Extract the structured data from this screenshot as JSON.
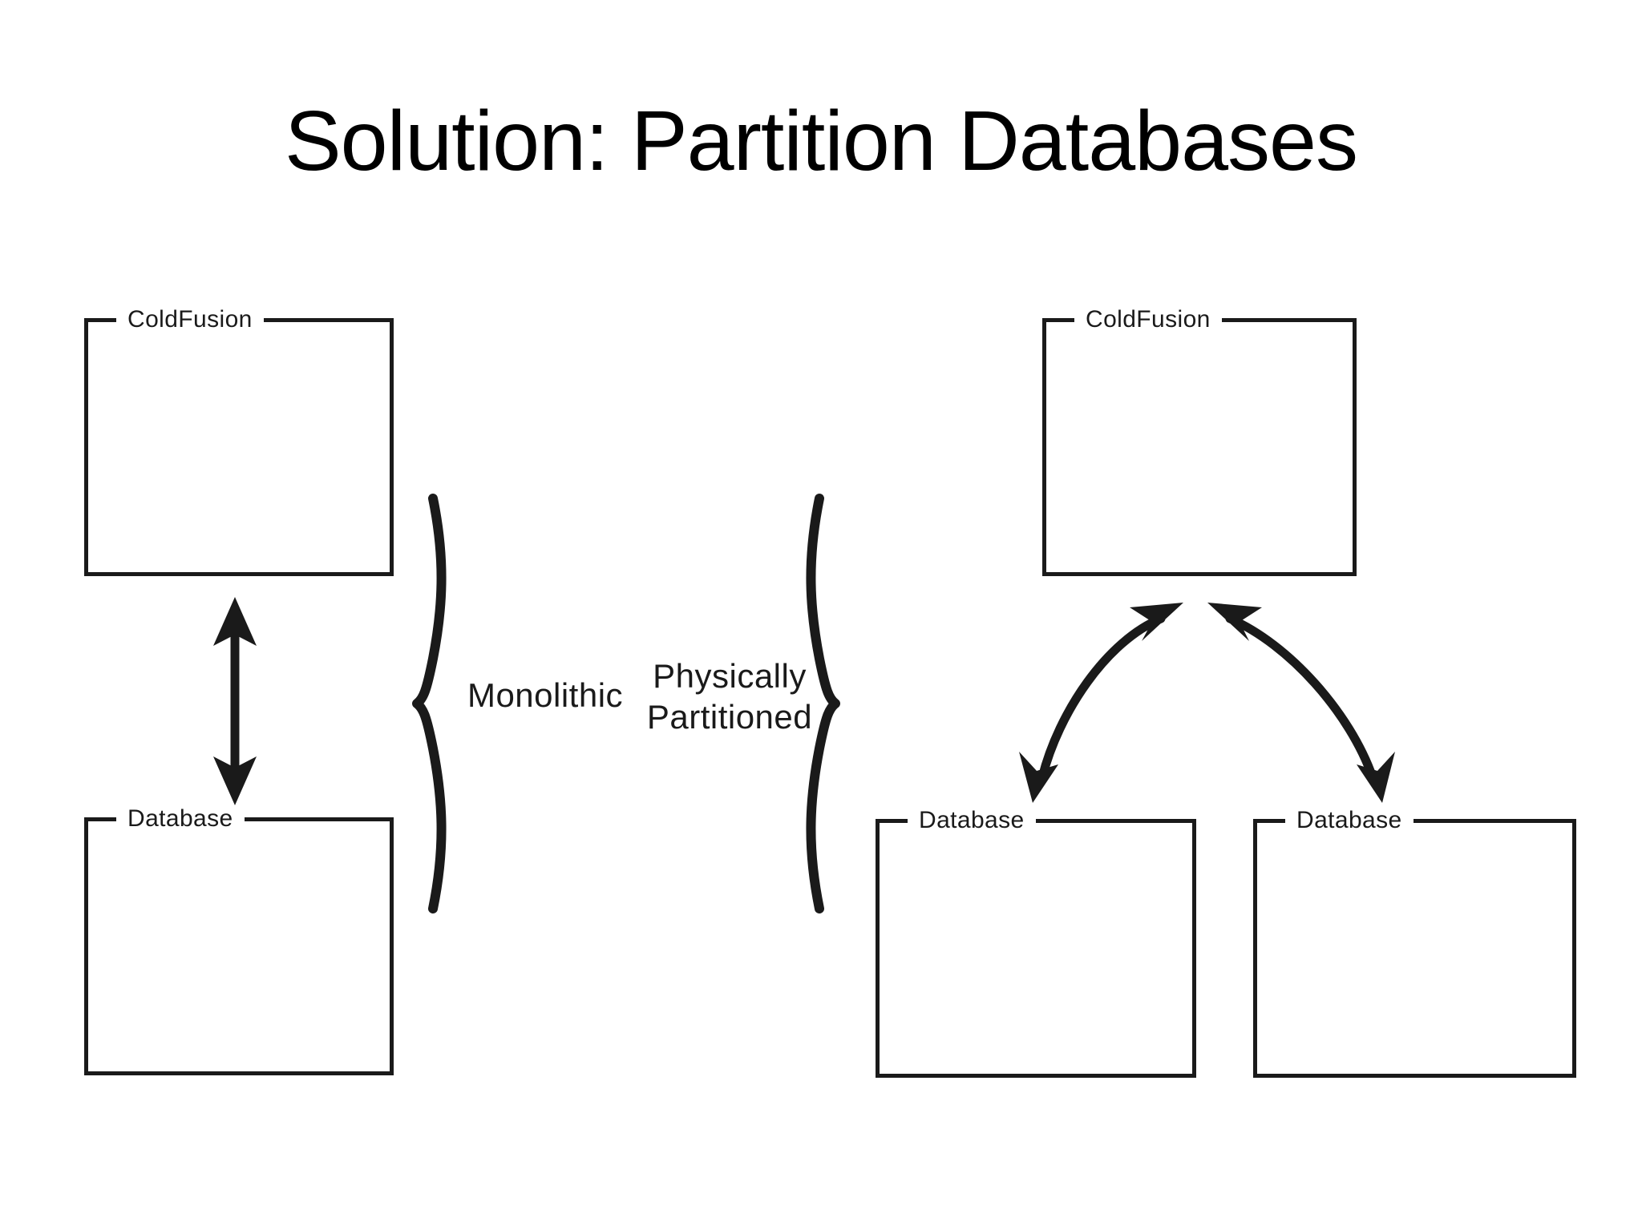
{
  "slide": {
    "title": "Solution: Partition Databases",
    "background_color": "#ffffff",
    "ink_color": "#1a1a1a"
  },
  "left_diagram": {
    "name": "monolithic",
    "caption": "Monolithic",
    "boxes": [
      {
        "id": "left-coldfusion",
        "label": "ColdFusion"
      },
      {
        "id": "left-database",
        "label": "Database"
      }
    ],
    "connector": {
      "kind": "straight-double-arrow",
      "from": "left-coldfusion",
      "to": "left-database"
    }
  },
  "right_diagram": {
    "name": "physically-partitioned",
    "caption": "Physically\nPartitioned",
    "boxes": [
      {
        "id": "right-coldfusion",
        "label": "ColdFusion"
      },
      {
        "id": "right-database-1",
        "label": "Database"
      },
      {
        "id": "right-database-2",
        "label": "Database"
      }
    ],
    "connectors": [
      {
        "kind": "curved-double-arrow",
        "from": "right-coldfusion",
        "to": "right-database-1"
      },
      {
        "kind": "curved-double-arrow",
        "from": "right-coldfusion",
        "to": "right-database-2"
      }
    ]
  },
  "braces": [
    {
      "id": "left-brace",
      "glyph": "right-curly-brace",
      "label": "Monolithic"
    },
    {
      "id": "right-brace",
      "glyph": "left-curly-brace",
      "label": "Physically Partitioned"
    }
  ]
}
